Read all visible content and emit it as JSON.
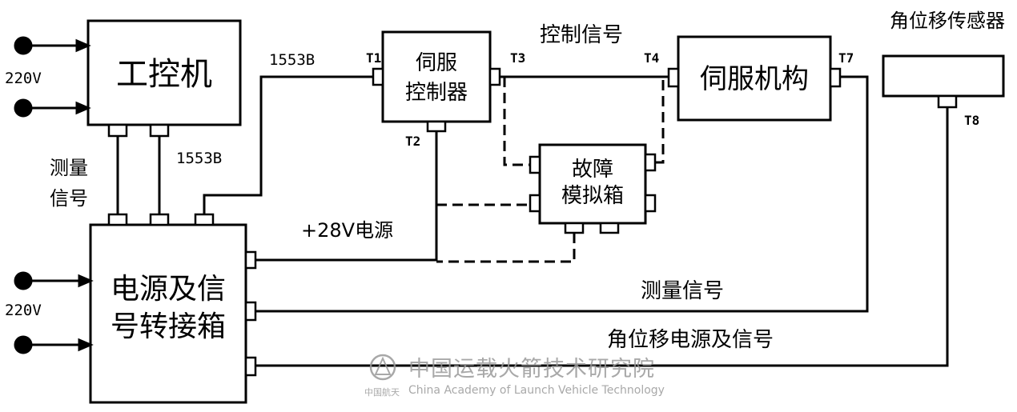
{
  "boxes": {
    "ipc": "工控机",
    "servo_ctrl_l1": "伺服",
    "servo_ctrl_l2": "控制器",
    "servo_mech": "伺服机构",
    "fault_l1": "故障",
    "fault_l2": "模拟箱",
    "power_l1": "电源及信",
    "power_l2": "号转接箱",
    "sensor": "角位移传感器"
  },
  "labels": {
    "v220_top": "220V",
    "v220_bottom": "220V",
    "meas_l1": "测量",
    "meas_l2": "信号",
    "bus_vertical": "1553B",
    "bus_top": "1553B",
    "ctrl_signal": "控制信号",
    "power28": "+28V电源",
    "meas_signal": "测量信号",
    "angle_power_signal": "角位移电源及信号"
  },
  "terminals": {
    "t1": "T1",
    "t2": "T2",
    "t3": "T3",
    "t4": "T4",
    "t7": "T7",
    "t8": "T8"
  },
  "watermark": {
    "org_cn": "中国运载火箭技术研究院",
    "org_en": "China Academy of Launch Vehicle Technology",
    "brand": "中国航天"
  }
}
